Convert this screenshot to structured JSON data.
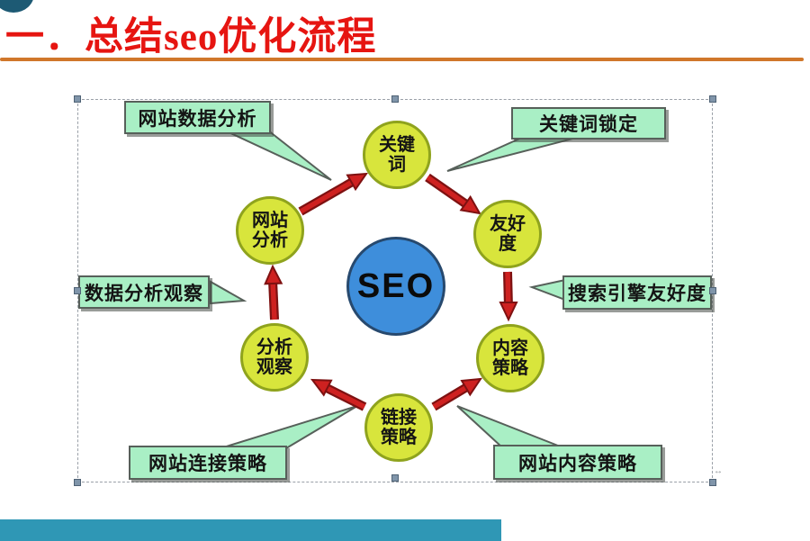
{
  "slide": {
    "title": "一．总结seo优化流程",
    "title_color": "#e61511",
    "rule_color": "#d0772b",
    "bottom_bar_color": "#2f97b5",
    "corner_blob_color": "#1d5a74"
  },
  "diagram": {
    "center": {
      "label": "SEO",
      "fill": "#3e8edb"
    },
    "nodes": {
      "keyword": {
        "line1": "关键",
        "line2": "词"
      },
      "friendliness": {
        "line1": "友好",
        "line2": "度"
      },
      "content_strategy": {
        "line1": "内容",
        "line2": "策略"
      },
      "link_strategy": {
        "line1": "链接",
        "line2": "策略"
      },
      "analysis_observation": {
        "line1": "分析",
        "line2": "观察"
      },
      "site_analysis": {
        "line1": "网站",
        "line2": "分析"
      }
    },
    "callouts": {
      "site_data_analysis": "网站数据分析",
      "keyword_locking": "关键词锁定",
      "search_engine_friendliness": "搜索引擎友好度",
      "site_content_strategy": "网站内容策略",
      "site_link_strategy": "网站连接策略",
      "data_analysis_observation": "数据分析观察"
    },
    "colors": {
      "node_fill": "#d8e53c",
      "node_border": "#8fa31d",
      "callout_fill": "#a9efc5",
      "callout_border": "#57605a",
      "arrow_fill": "#ce2120",
      "arrow_outline": "#7e1111"
    }
  }
}
